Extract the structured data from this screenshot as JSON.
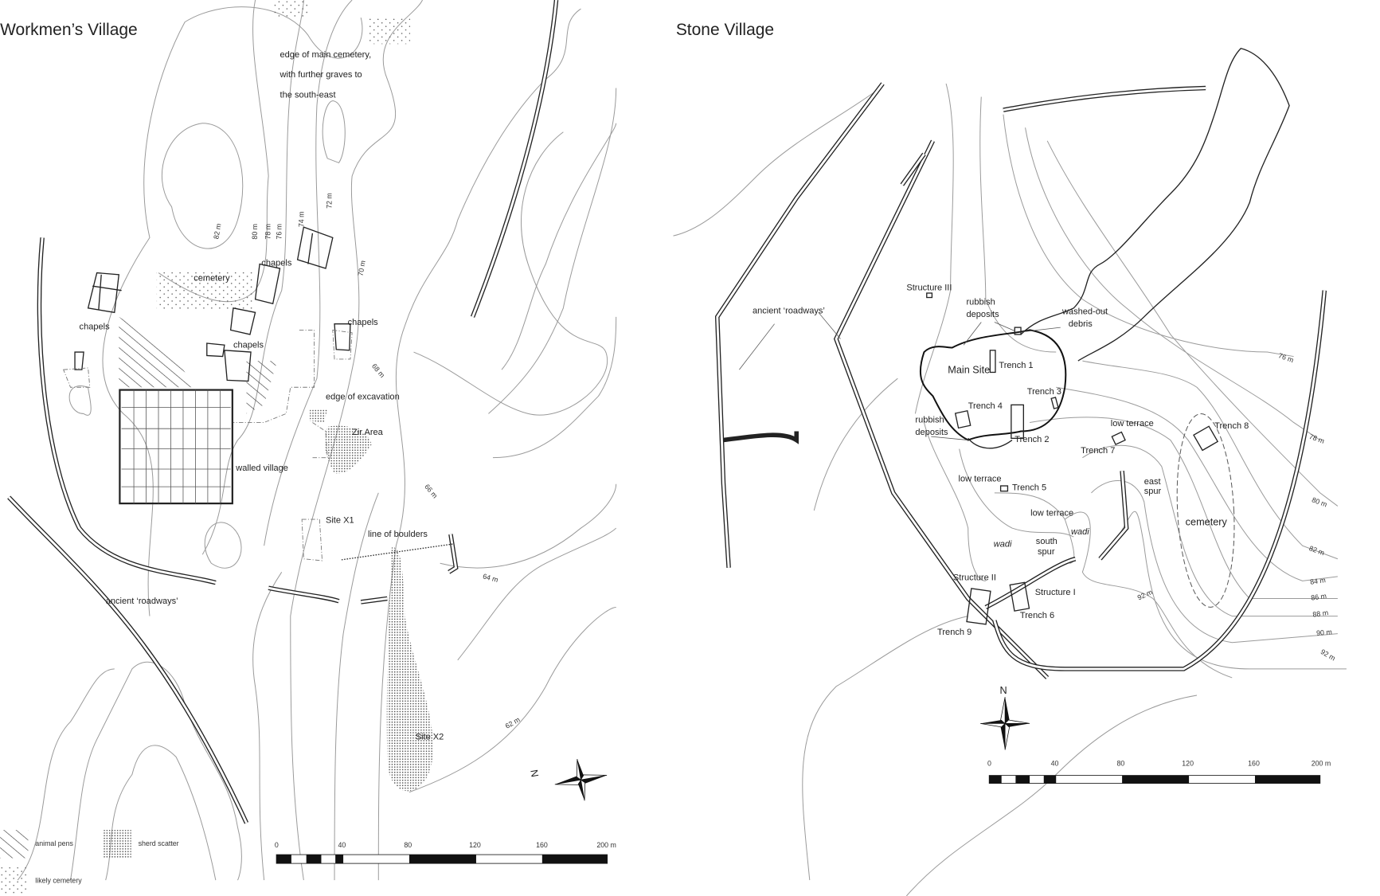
{
  "workmens_village": {
    "title": "Workmen’s Village",
    "labels": {
      "cemetery_note_1": "edge of main cemetery,",
      "cemetery_note_2": "with further graves to",
      "cemetery_note_3": "the south-east",
      "cemetery": "cemetery",
      "chapels_a": "chapels",
      "chapels_b": "chapels",
      "chapels_c": "chapels",
      "chapels_d": "chapels",
      "edge_of_excavation": "edge of excavation",
      "zir_area": "Zir Area",
      "walled_village": "walled village",
      "site_x1": "Site X1",
      "line_of_boulders": "line of boulders",
      "ancient_roadways": "ancient ‘roadways’",
      "site_x2": "Site X2"
    },
    "contours": [
      "82 m",
      "80 m",
      "78 m",
      "76 m",
      "74 m",
      "72 m",
      "70 m",
      "68 m",
      "66 m",
      "64 m",
      "62 m"
    ],
    "north_label": "N",
    "scale": {
      "ticks": [
        "0",
        "40",
        "80",
        "120",
        "160",
        "200 m"
      ]
    },
    "legend": [
      {
        "pattern": "hatch",
        "label": "animal pens"
      },
      {
        "pattern": "dense-dots",
        "label": "sherd scatter"
      },
      {
        "pattern": "sparse-dots",
        "label": "likely cemetery"
      }
    ]
  },
  "stone_village": {
    "title": "Stone Village",
    "labels": {
      "ancient_roadways": "ancient ‘roadways’",
      "structure_iii": "Structure III",
      "rubbish_deposits_top_1": "rubbish",
      "rubbish_deposits_top_2": "deposits",
      "washed_out_1": "washed-out",
      "washed_out_2": "debris",
      "main_site": "Main Site",
      "trench_1": "Trench 1",
      "trench_2": "Trench 2",
      "trench_3": "Trench 3",
      "trench_4": "Trench 4",
      "trench_5": "Trench 5",
      "trench_6": "Trench 6",
      "trench_7": "Trench 7",
      "trench_8": "Trench 8",
      "trench_9": "Trench 9",
      "rubbish_deposits_bot_1": "rubbish",
      "rubbish_deposits_bot_2": "deposits",
      "low_terrace_a": "low terrace",
      "low_terrace_b": "low terrace",
      "low_terrace_c": "low terrace",
      "east_spur_1": "east",
      "east_spur_2": "spur",
      "south_spur_1": "south",
      "south_spur_2": "spur",
      "wadi_a": "wadi",
      "wadi_b": "wadi",
      "cemetery": "cemetery",
      "structure_ii": "Structure II",
      "structure_i": "Structure I"
    },
    "contours": [
      "76 m",
      "78 m",
      "80 m",
      "82 m",
      "84 m",
      "86 m",
      "88 m",
      "90 m",
      "92 m",
      "92 m"
    ],
    "north_label": "N",
    "scale": {
      "ticks": [
        "0",
        "40",
        "80",
        "120",
        "160",
        "200 m"
      ]
    }
  }
}
